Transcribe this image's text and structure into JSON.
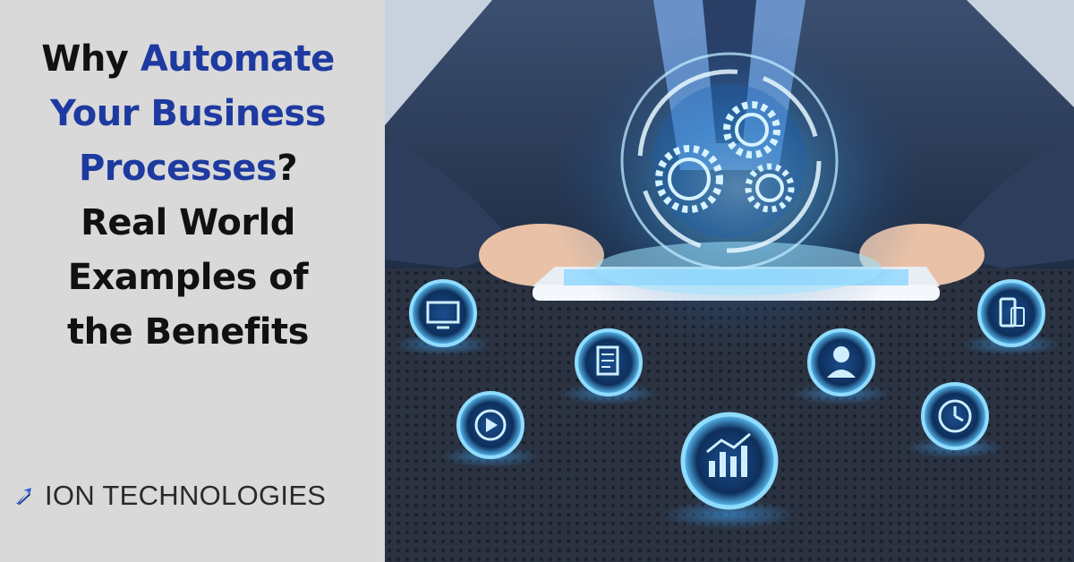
{
  "headline": {
    "line1_a": "Why ",
    "line1_b": "Automate",
    "line2": "Your Business",
    "line3_a": "Processes",
    "line3_b": "?",
    "line4": "Real World",
    "line5": "Examples of",
    "line6": "the Benefits"
  },
  "brand": {
    "name": "ION TECHNOLOGIES"
  },
  "colors": {
    "highlight": "#1e3aa0",
    "text": "#111111",
    "panel": "#d9d9d9",
    "glow": "#5fc8ff"
  },
  "photo": {
    "icons": [
      "gears-icon",
      "monitor-icon",
      "document-icon",
      "user-icon",
      "mobile-icon",
      "play-icon",
      "chart-icon",
      "clock-icon"
    ]
  }
}
